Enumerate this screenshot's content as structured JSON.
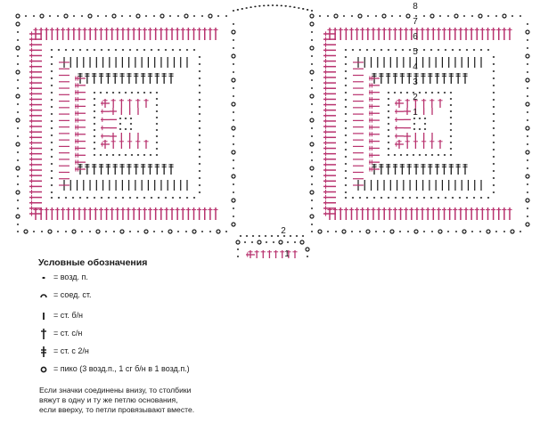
{
  "legend": {
    "title": "Условные обозначения",
    "items": [
      {
        "key": "ch",
        "label": "= возд. п."
      },
      {
        "key": "slst",
        "label": "= соед. ст."
      },
      {
        "key": "sc",
        "label": "= ст. б/н"
      },
      {
        "key": "dc",
        "label": "= ст. с/н"
      },
      {
        "key": "tr",
        "label": "= ст. с 2/н"
      },
      {
        "key": "picot",
        "label": "= пико (3 возд.п., 1 сг б/н в 1 возд.п.)"
      }
    ]
  },
  "note": [
    "Если значки соединены внизу, то столбики",
    "вяжут в одну и ту же петлю основания,",
    "если вверху, то петли провязывают вместе."
  ],
  "round_labels": {
    "right_square": [
      "8",
      "7",
      "6",
      "5",
      "4",
      "3",
      "2",
      "1"
    ],
    "small_square": [
      "2",
      "1"
    ]
  },
  "colors": {
    "ink": "#1a1a1a",
    "magenta": "#b8326e"
  }
}
